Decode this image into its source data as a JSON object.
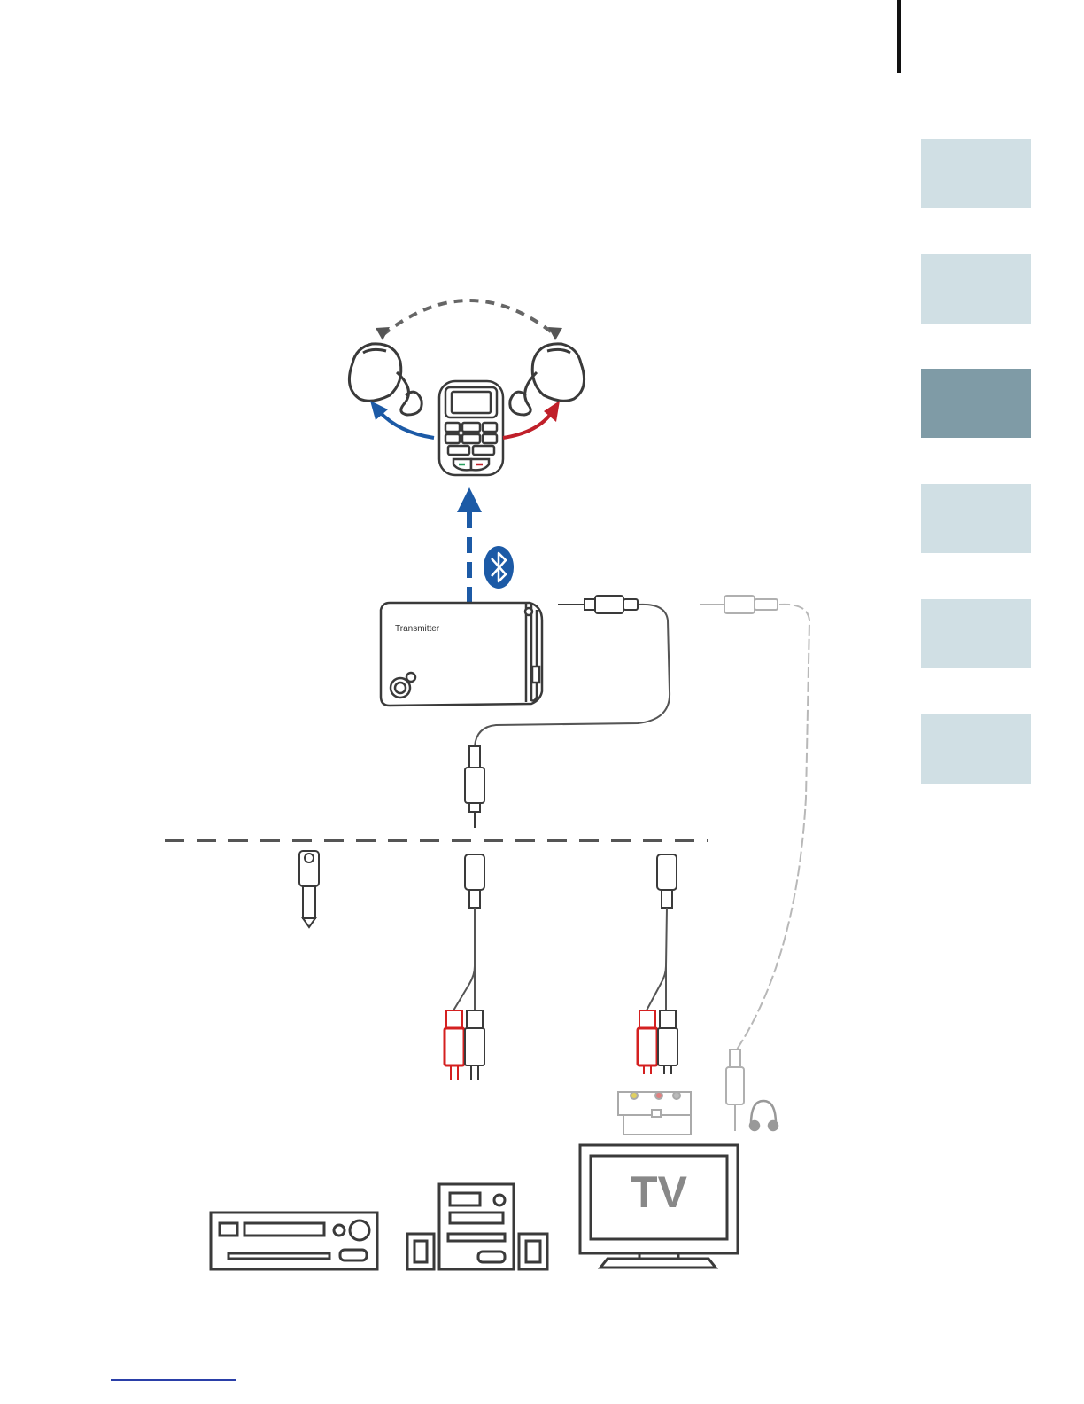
{
  "page": {
    "side_tabs": [
      {
        "id": "tab-1",
        "color": "#d0dfe4",
        "active": false
      },
      {
        "id": "tab-2",
        "color": "#d0dfe4",
        "active": false
      },
      {
        "id": "tab-3",
        "color": "#7f9ba6",
        "active": true
      },
      {
        "id": "tab-4",
        "color": "#d0dfe4",
        "active": false
      },
      {
        "id": "tab-5",
        "color": "#d0dfe4",
        "active": false
      },
      {
        "id": "tab-6",
        "color": "#d0dfe4",
        "active": false
      }
    ]
  },
  "diagram": {
    "transmitter_label": "Transmitter",
    "tv_label": "TV",
    "colors": {
      "bluetooth_blue": "#1c5aa6",
      "left_arrow_blue": "#1c5aa6",
      "right_arrow_red": "#c0202a",
      "rca_red": "#d42020",
      "outline_dark": "#3a3a3a",
      "faded_gray": "#b8b8b8",
      "dashed_gray": "#666666"
    },
    "icons": [
      "hearing-aid-left-icon",
      "hearing-aid-right-icon",
      "remote-streamer-icon",
      "bluetooth-icon",
      "transmitter-icon",
      "headphones-icon",
      "stereo-receiver-icon",
      "hifi-system-icon",
      "tv-icon",
      "scart-adapter-icon"
    ]
  }
}
